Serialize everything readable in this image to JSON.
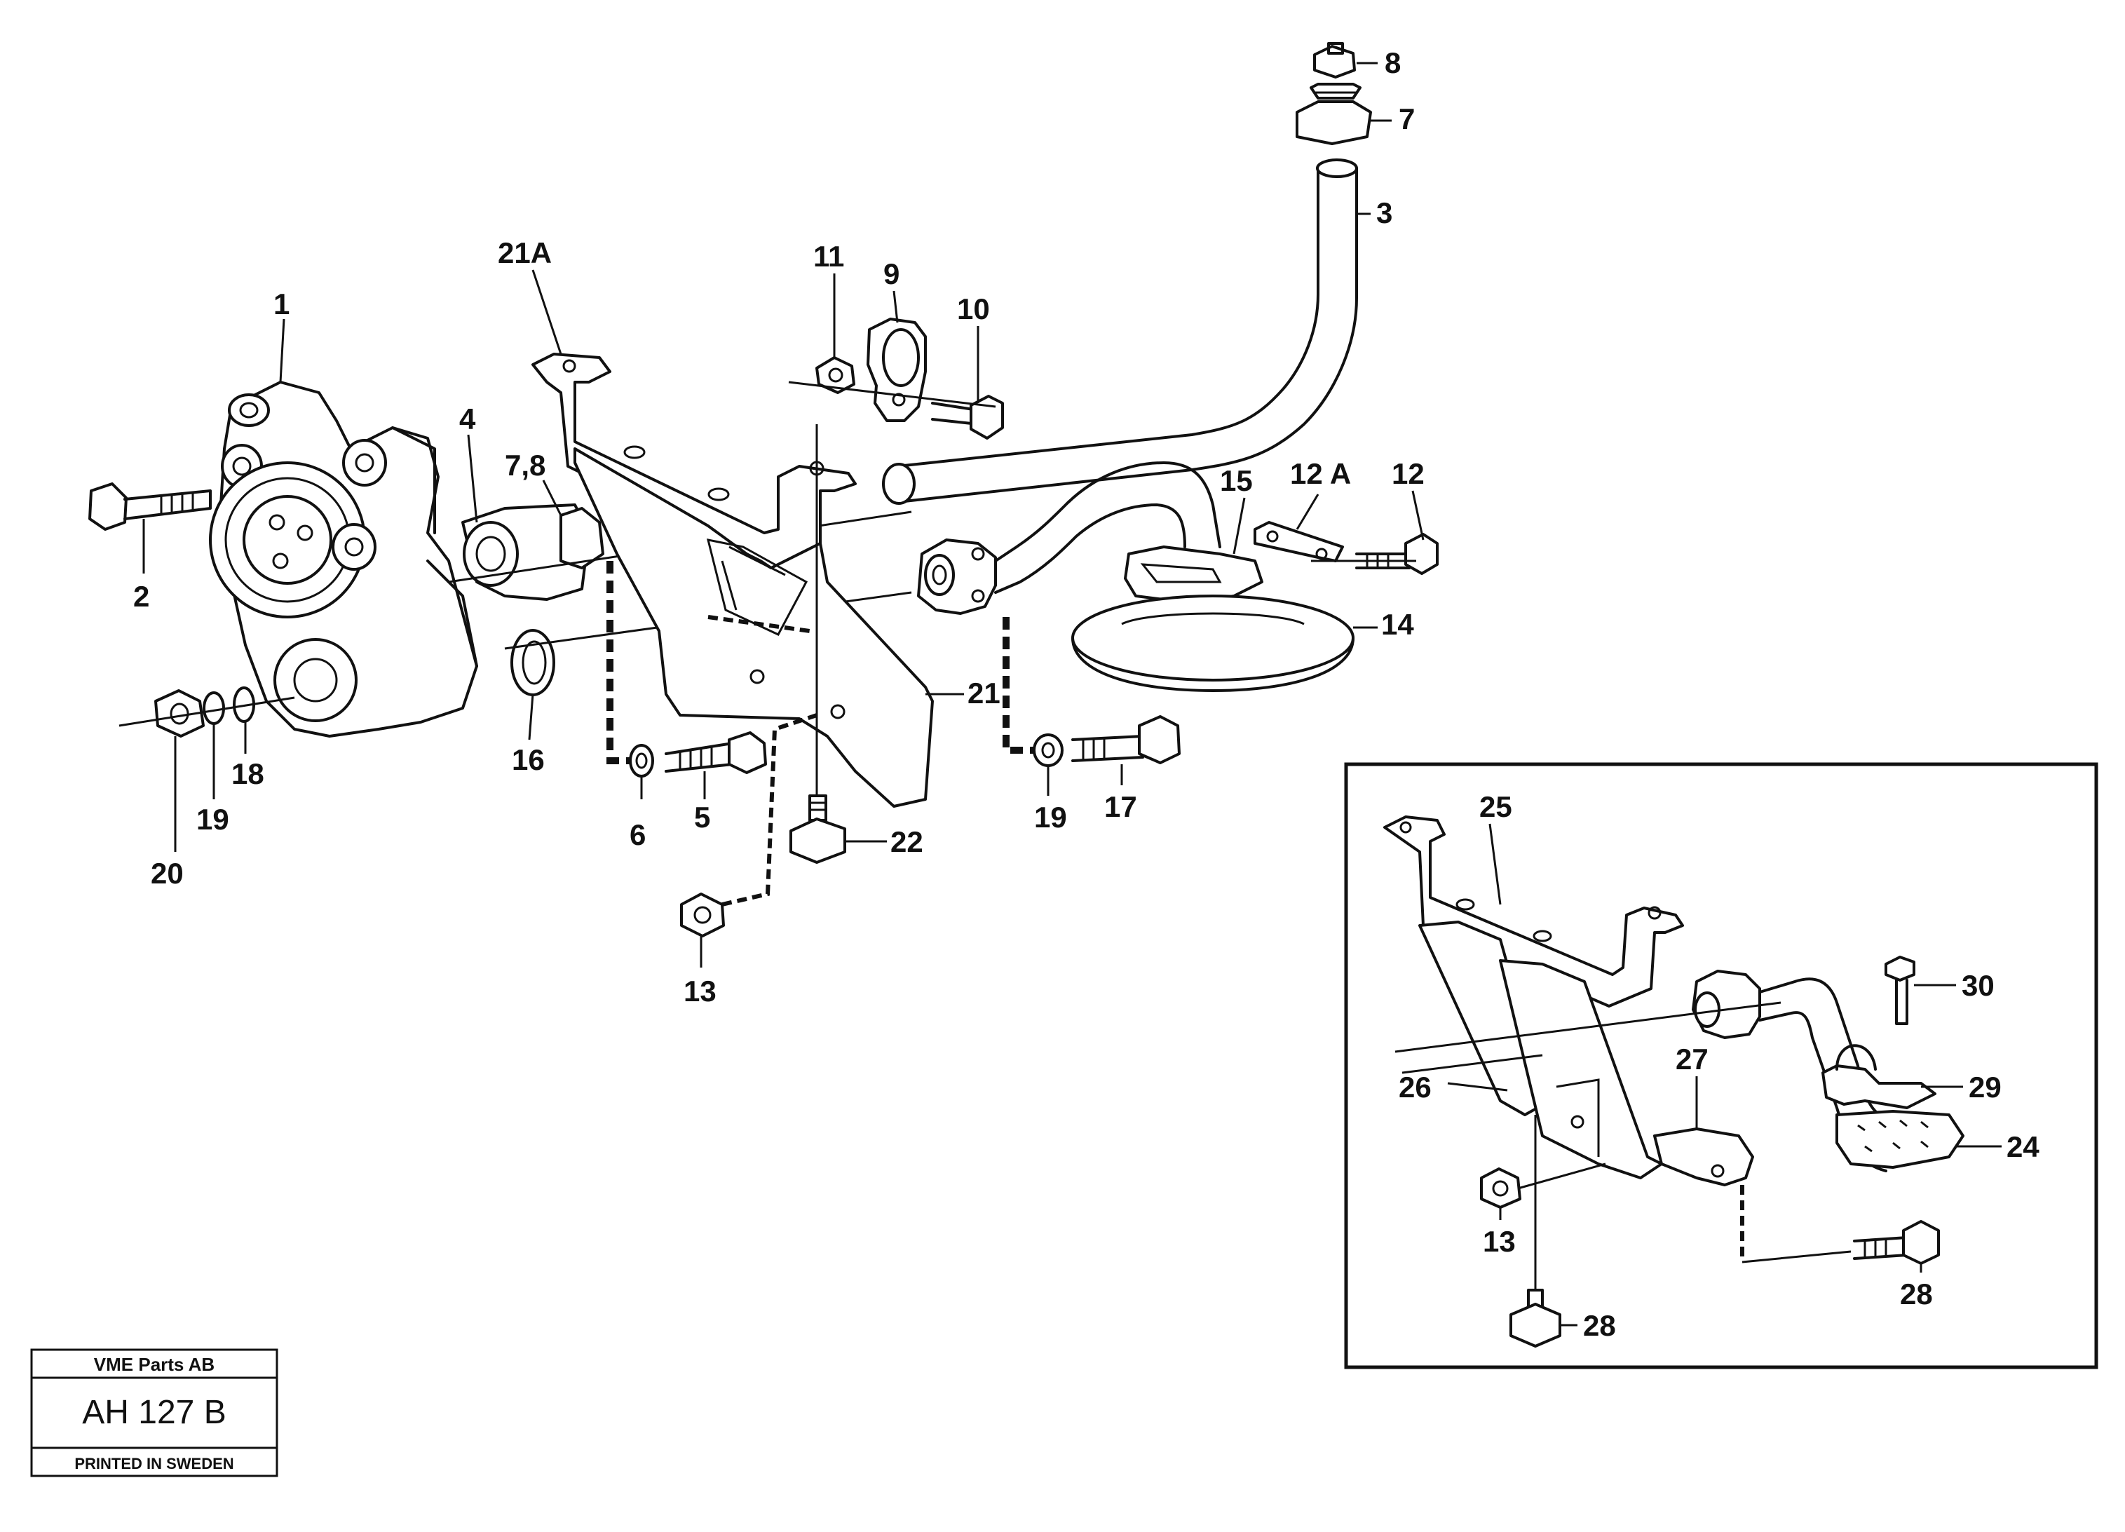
{
  "title_block": {
    "company": "VME Parts AB",
    "drawing_number": "AH 127 B",
    "footer": "PRINTED IN SWEDEN"
  },
  "callouts": {
    "c1": "1",
    "c2": "2",
    "c3": "3",
    "c4": "4",
    "c5": "5",
    "c6": "6",
    "c7": "7",
    "c78": "7,8",
    "c8": "8",
    "c9": "9",
    "c10": "10",
    "c11": "11",
    "c12": "12",
    "c12a": "12 A",
    "c13": "13",
    "c14": "14",
    "c15": "15",
    "c16": "16",
    "c17": "17",
    "c18": "18",
    "c19": "19",
    "c19b": "19",
    "c20": "20",
    "c21": "21",
    "c21a": "21A",
    "c22": "22",
    "i25": "25",
    "i26": "26",
    "i27": "27",
    "i13": "13",
    "i28a": "28",
    "i28b": "28",
    "i24": "24",
    "i29": "29",
    "i30": "30"
  }
}
